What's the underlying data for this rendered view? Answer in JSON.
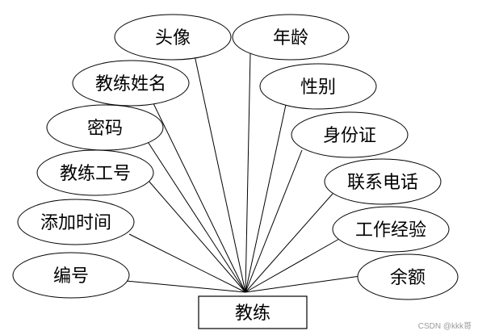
{
  "entity": {
    "name": "教练"
  },
  "attributes": [
    {
      "id": "avatar",
      "label": "头像"
    },
    {
      "id": "age",
      "label": "年龄"
    },
    {
      "id": "coach-name",
      "label": "教练姓名"
    },
    {
      "id": "gender",
      "label": "性别"
    },
    {
      "id": "password",
      "label": "密码"
    },
    {
      "id": "id-card",
      "label": "身份证"
    },
    {
      "id": "coach-number",
      "label": "教练工号"
    },
    {
      "id": "phone",
      "label": "联系电话"
    },
    {
      "id": "add-time",
      "label": "添加时间"
    },
    {
      "id": "work-experience",
      "label": "工作经验"
    },
    {
      "id": "code",
      "label": "编号"
    },
    {
      "id": "balance",
      "label": "余额"
    }
  ],
  "watermark": {
    "text": "CSDN @kkk哥"
  }
}
